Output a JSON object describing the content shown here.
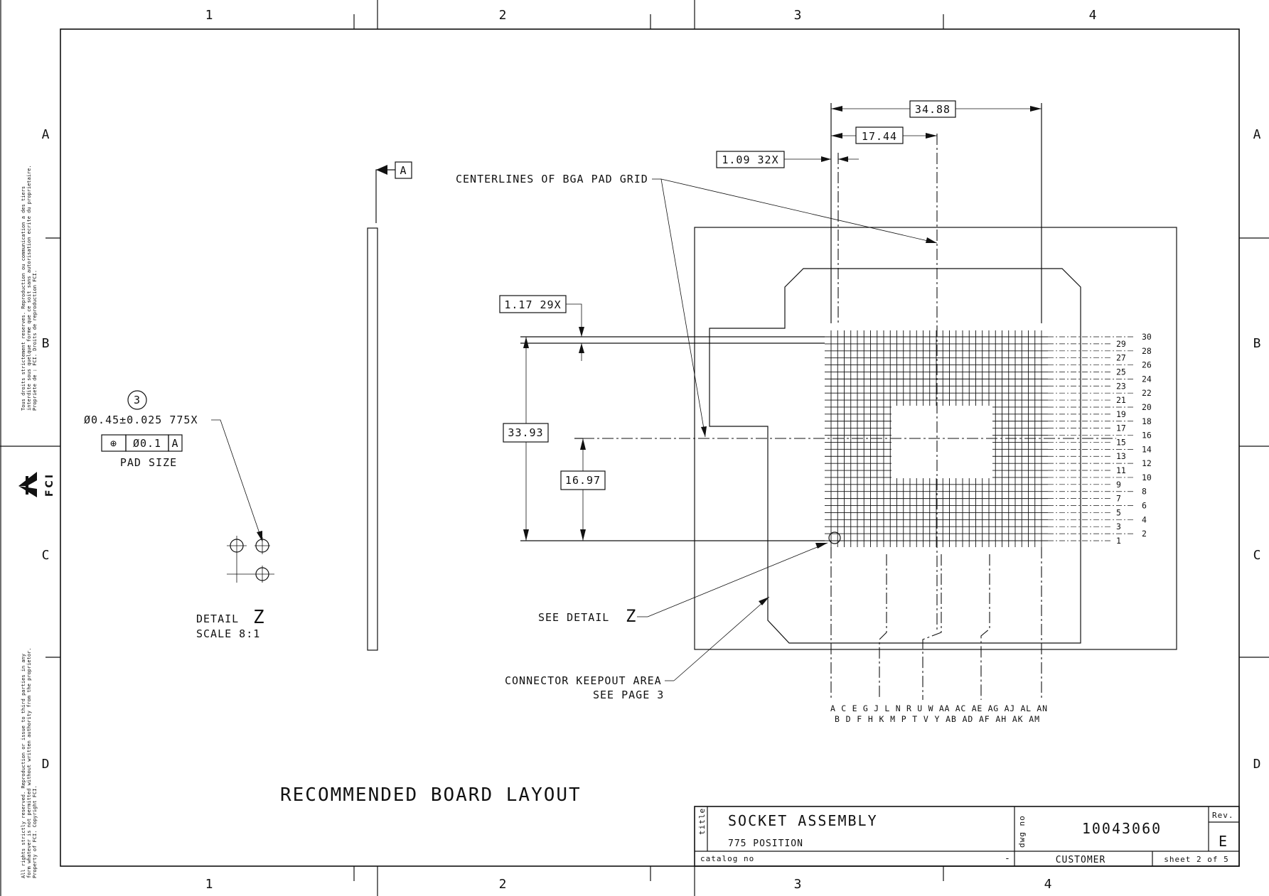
{
  "zones": {
    "columns": [
      "1",
      "2",
      "3",
      "4"
    ],
    "rows": [
      "A",
      "B",
      "C",
      "D"
    ]
  },
  "legal": {
    "top": [
      "Tous droits strictement reserves. Reproduction ou communication a des tiers",
      "interdite sous quelque forme que ce soit sans autorisation ecrite du proprietaire.",
      "Propriete de : FCI. Droits de reproduction FCI."
    ],
    "bottom": [
      "All rights strictly reserved. Reproduction or issue to third parties in any",
      "form whatever is not permitted without written authority from the proprietor.",
      "Property of FCI. Copyright FCI."
    ]
  },
  "logo_text": "FCI",
  "datum": {
    "label": "A"
  },
  "dimensions": {
    "width_full": "34.88",
    "width_half": "17.44",
    "col_pitch": "1.09 32X",
    "row_pitch": "1.17 29X",
    "height_full": "33.93",
    "height_half": "16.97"
  },
  "callouts": {
    "centerlines": "CENTERLINES OF BGA PAD GRID",
    "see_detail": "SEE DETAIL",
    "see_detail_letter": "Z",
    "keepout_line1": "CONNECTOR KEEPOUT AREA",
    "keepout_line2": "SEE PAGE 3"
  },
  "pad": {
    "note_number": "3",
    "spec": "Ø0.45±0.025 775X",
    "tolerance": [
      "⊕",
      "Ø0.1",
      "A"
    ],
    "caption": "PAD SIZE"
  },
  "detail": {
    "title": "DETAIL",
    "letter": "Z",
    "scale": "SCALE  8:1"
  },
  "grid": {
    "rows_odd": [
      "29",
      "27",
      "25",
      "23",
      "21",
      "19",
      "17",
      "15",
      "13",
      "11",
      "9",
      "7",
      "5",
      "3",
      "1"
    ],
    "rows_even": [
      "30",
      "28",
      "26",
      "24",
      "22",
      "20",
      "18",
      "16",
      "14",
      "12",
      "10",
      "8",
      "6",
      "4",
      "2"
    ],
    "cols_top": "A C E G J L N R U W AA AC AE AG AJ AL AN",
    "cols_bottom": "B D F H K M P T V Y AB AD AF AH AK AM"
  },
  "view_title": "RECOMMENDED BOARD LAYOUT",
  "title_block": {
    "title_label": "title",
    "title": "SOCKET ASSEMBLY",
    "subtitle": "775 POSITION",
    "catalog_label": "catalog no",
    "catalog_value": "-",
    "dwg_label": "dwg no",
    "dwg_no": "10043060",
    "rev_label": "Rev.",
    "rev": "E",
    "customer": "CUSTOMER",
    "sheet": "sheet 2 of 5"
  }
}
